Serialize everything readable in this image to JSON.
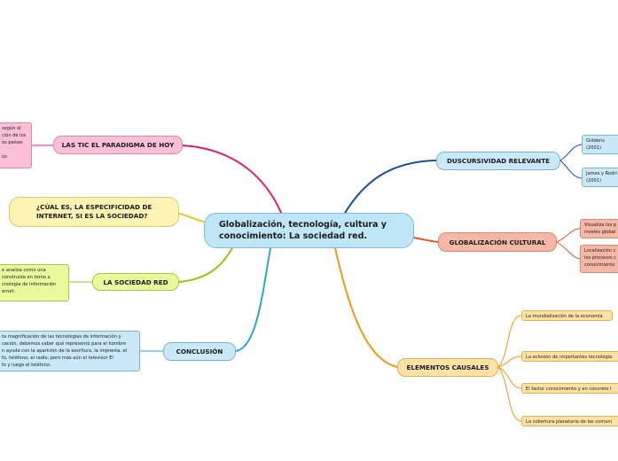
{
  "center": {
    "line1": "Globalización, tecnología, cultura y",
    "line2": "conocimiento: La sociedad red."
  },
  "colors": {
    "pink": "#e8196b",
    "yellow": "#f2c71a",
    "green": "#9cc614",
    "blue_left": "#2aa6d8",
    "navy": "#1a4f9c",
    "salmon": "#e0542e",
    "orange": "#f09a14"
  },
  "left": {
    "tic": {
      "label": "LAS TIC EL PARADIGMA DE HOY",
      "note": "según el\nción de los\nos países\n\nus"
    },
    "especificidad": {
      "label": "¿CÚAL ES, LA ESPECIFICIDAD DE\nINTERNET, SI ES LA SOCIEDAD?"
    },
    "sociedad_red": {
      "label": "LA SOCIEDAD RED",
      "note": "e analiza como una\nconstruida en torno a\ncnología de información\nernet."
    },
    "conclusion": {
      "label": "CONCLUSIÓN",
      "note": "ta magnificación de las tecnologías de información y\ncación, debemos saber qué representó para el hombre\nn ayuda con la aparición de la escritura, la imprenta, el\nfo, teléfono, el radio; pero más aún el televisor El\nfo y luego el teléfono."
    }
  },
  "right": {
    "discursividad": {
      "label": "DUSCURSIVIDAD RELEVANTE",
      "items": [
        "Giddens\n(2001)",
        "James y Rodri\n(2001)"
      ]
    },
    "globalizacion": {
      "label": "GLOBALIZACIÓN CULTURAL",
      "items": [
        "Visualiza los p\nniveles global",
        "Localización c\nlos procesos c\nconocimiento"
      ]
    },
    "elementos": {
      "label": "ELEMENTOS CAUSALES",
      "items": [
        "La mundialización de la economía",
        "La eclosión de importantes tecnología",
        "El factor conocimiento y en concreto l",
        "La cobertura planetaria de las comuni"
      ]
    }
  }
}
